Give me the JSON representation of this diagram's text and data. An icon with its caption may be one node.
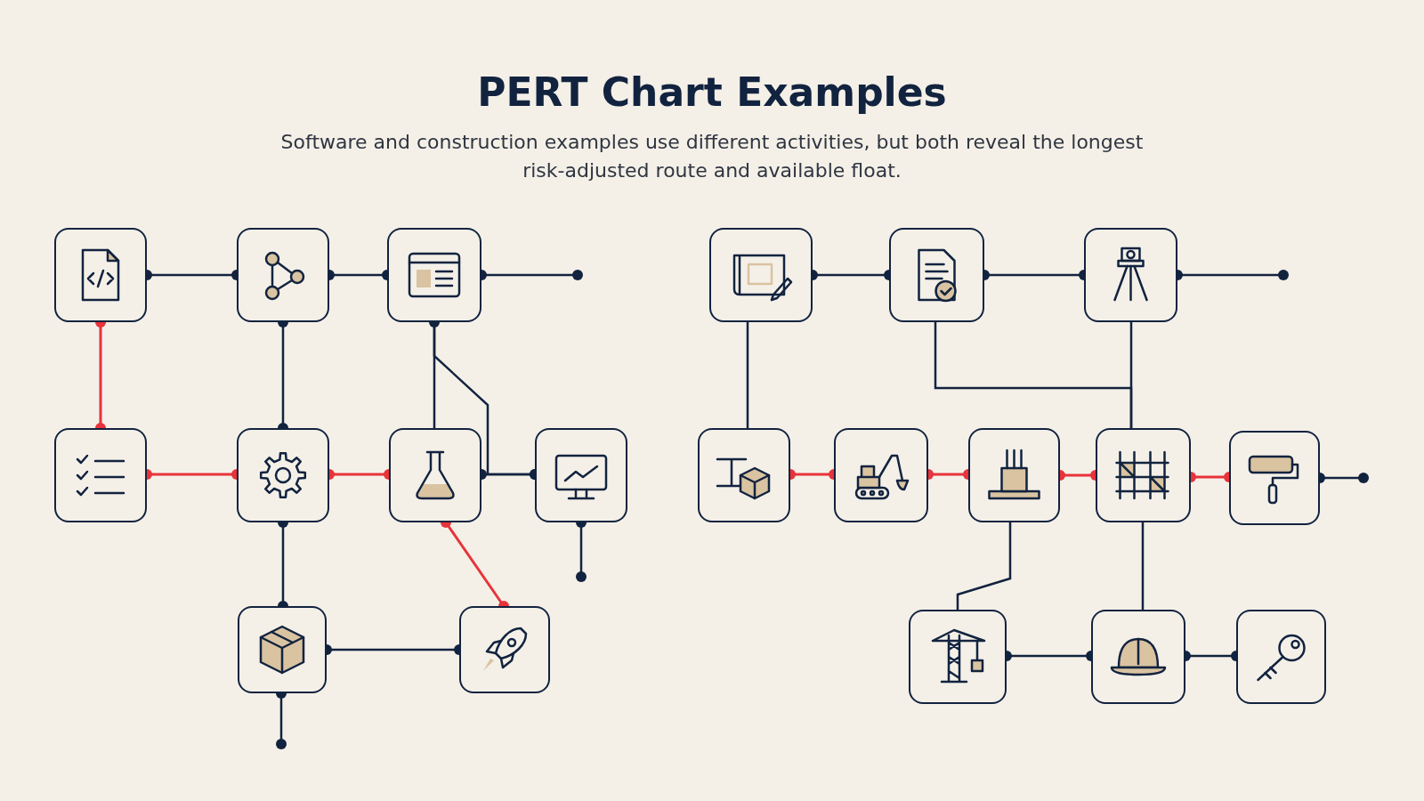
{
  "diagram": {
    "title": "PERT Chart Examples",
    "caption": "Software and construction examples use different activities, but both reveal the longest risk-adjusted route and available float.",
    "nodes": [
      {
        "text": [],
        "shape": "box"
      },
      {
        "text": [],
        "shape": "box"
      },
      {
        "text": [],
        "shape": "box"
      },
      {
        "text": [],
        "shape": "box"
      },
      {
        "text": [],
        "shape": "box"
      },
      {
        "text": [],
        "shape": "box"
      },
      {
        "text": [],
        "shape": "box"
      },
      {
        "text": [],
        "shape": "box"
      },
      {
        "text": [],
        "shape": "box"
      },
      {
        "text": [],
        "shape": "box"
      },
      {
        "text": [],
        "shape": "box"
      },
      {
        "text": [],
        "shape": "box"
      },
      {
        "text": [],
        "shape": "box"
      },
      {
        "text": [],
        "shape": "box"
      },
      {
        "text": [],
        "shape": "box"
      },
      {
        "text": [],
        "shape": "box"
      },
      {
        "text": [],
        "shape": "box"
      },
      {
        "text": [],
        "shape": "box"
      },
      {
        "text": [],
        "shape": "box"
      },
      {
        "text": [],
        "shape": "box"
      }
    ],
    "edges": [
      {
        "from": 0,
        "to": 1,
        "arrow": "other"
      },
      {
        "from": 0,
        "to": 3,
        "arrow": "other",
        "color": "#e8333a"
      },
      {
        "from": 1,
        "to": 2,
        "arrow": "other"
      },
      {
        "from": 2,
        "to": null,
        "arrow": "other"
      },
      {
        "from": 1,
        "to": 4,
        "arrow": "other"
      },
      {
        "from": 2,
        "to": 5,
        "arrow": "none"
      },
      {
        "from": 2,
        "to": 6,
        "arrow": "other"
      },
      {
        "from": 5,
        "to": 6,
        "arrow": "other"
      },
      {
        "from": 3,
        "to": 4,
        "arrow": "other",
        "color": "#e8333a"
      },
      {
        "from": 4,
        "to": 5,
        "arrow": "other",
        "color": "#e8333a"
      },
      {
        "from": 5,
        "to": 8,
        "arrow": "other",
        "color": "#e8333a"
      },
      {
        "from": 6,
        "to": null,
        "arrow": "other"
      },
      {
        "from": 4,
        "to": 7,
        "arrow": "other"
      },
      {
        "from": 7,
        "to": 8,
        "arrow": "other"
      },
      {
        "from": 7,
        "to": null,
        "arrow": "other"
      },
      {
        "from": 9,
        "to": 10,
        "arrow": "other"
      },
      {
        "from": 10,
        "to": 11,
        "arrow": "other"
      },
      {
        "from": 11,
        "to": null,
        "arrow": "other"
      },
      {
        "from": 9,
        "to": 12,
        "arrow": "none"
      },
      {
        "from": 10,
        "to": 15,
        "arrow": "none"
      },
      {
        "from": 11,
        "to": 15,
        "arrow": "none"
      },
      {
        "from": 12,
        "to": 13,
        "arrow": "other",
        "color": "#e8333a"
      },
      {
        "from": 13,
        "to": 14,
        "arrow": "other",
        "color": "#e8333a"
      },
      {
        "from": 14,
        "to": 15,
        "arrow": "other",
        "color": "#e8333a"
      },
      {
        "from": 15,
        "to": 16,
        "arrow": "other",
        "color": "#e8333a"
      },
      {
        "from": 16,
        "to": null,
        "arrow": "other"
      },
      {
        "from": 14,
        "to": 17,
        "arrow": "none"
      },
      {
        "from": 15,
        "to": 18,
        "arrow": "none"
      },
      {
        "from": 17,
        "to": 18,
        "arrow": "other"
      },
      {
        "from": 18,
        "to": 19,
        "arrow": "other"
      }
    ]
  }
}
